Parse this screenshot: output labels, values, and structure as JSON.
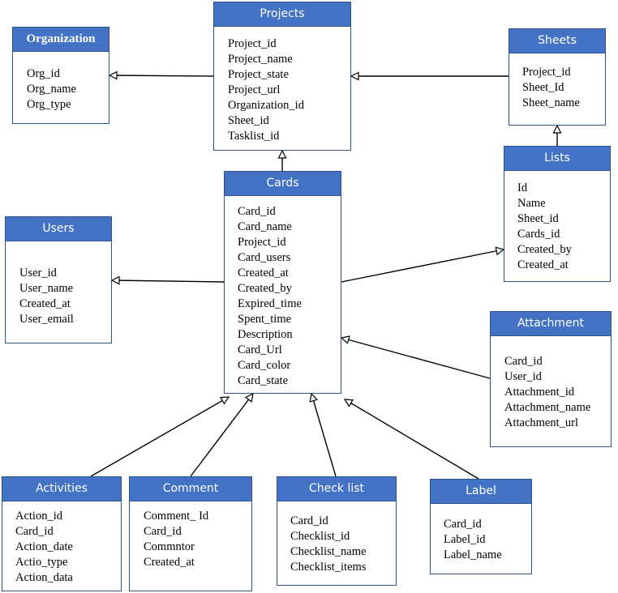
{
  "entities": {
    "projects": {
      "title": "Projects",
      "fields": [
        "Project_id",
        "Project_name",
        "Project_state",
        "Project_url",
        "Organization_id",
        "Sheet_id",
        "Tasklist_id"
      ]
    },
    "organization": {
      "title": "Organization",
      "fields": [
        "Org_id",
        "Org_name",
        "Org_type"
      ]
    },
    "sheets": {
      "title": "Sheets",
      "fields": [
        "Project_id",
        "Sheet_Id",
        "Sheet_name"
      ]
    },
    "cards": {
      "title": "Cards",
      "fields": [
        "Card_id",
        "Card_name",
        "Project_id",
        "Card_users",
        "Created_at",
        "Created_by",
        "Expired_time",
        "Spent_time",
        "Description",
        "Card_Url",
        "Card_color",
        "Card_state"
      ]
    },
    "lists": {
      "title": "Lists",
      "fields": [
        "Id",
        "Name",
        "Sheet_id",
        "Cards_id",
        "Created_by",
        "Created_at"
      ]
    },
    "users": {
      "title": "Users",
      "fields": [
        "User_id",
        "User_name",
        "Created_at",
        "User_email"
      ]
    },
    "attachment": {
      "title": "Attachment",
      "fields": [
        "Card_id",
        "User_id",
        "Attachment_id",
        "Attachment_name",
        "Attachment_url"
      ]
    },
    "activities": {
      "title": "Activities",
      "fields": [
        "Action_id",
        "Card_id",
        "Action_date",
        "Actio_type",
        "Action_data"
      ]
    },
    "comment": {
      "title": "Comment",
      "fields": [
        "Comment_ Id",
        "Card_id",
        "Commntor",
        "Created_at"
      ]
    },
    "checklist": {
      "title": "Check list",
      "fields": [
        "Card_id",
        "Checklist_id",
        "Checklist_name",
        "Checklist_items"
      ]
    },
    "label": {
      "title": "Label",
      "fields": [
        "Card_id",
        "Label_id",
        "Label_name"
      ]
    }
  },
  "relationships": [
    {
      "from": "projects",
      "to": "organization"
    },
    {
      "from": "sheets",
      "to": "projects"
    },
    {
      "from": "cards",
      "to": "projects"
    },
    {
      "from": "lists",
      "to": "sheets"
    },
    {
      "from": "cards",
      "to": "users"
    },
    {
      "from": "cards",
      "to": "lists"
    },
    {
      "from": "attachment",
      "to": "cards"
    },
    {
      "from": "activities",
      "to": "cards"
    },
    {
      "from": "comment",
      "to": "cards"
    },
    {
      "from": "checklist",
      "to": "cards"
    },
    {
      "from": "label",
      "to": "cards"
    }
  ],
  "colors": {
    "header_fill": "#4472c4",
    "header_text": "#ffffff",
    "border": "#2f528f",
    "line": "#000000"
  }
}
